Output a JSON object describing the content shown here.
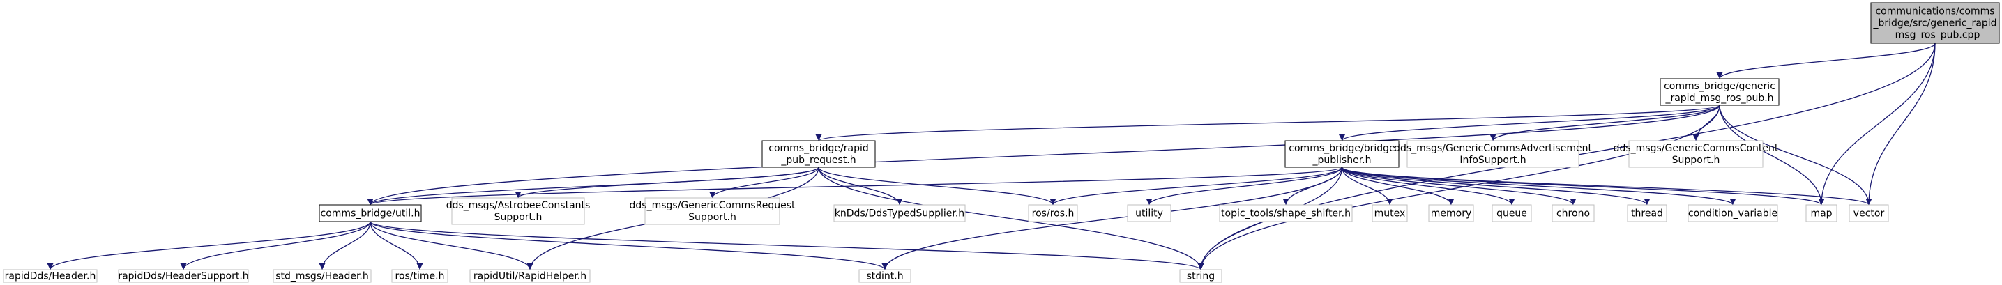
{
  "colors": {
    "edge": "#191970",
    "root_fill": "#bfbfbf",
    "root_border": "#000000",
    "documented_fill": "#ffffff",
    "documented_border": "#000000",
    "external_fill": "#ffffff",
    "external_border": "#bfbfbf",
    "text": "#000000"
  },
  "nodes": [
    {
      "id": "root",
      "kind": "root",
      "lines": [
        "communications/comms",
        "_bridge/src/generic_rapid",
        "_msg_ros_pub.cpp"
      ]
    },
    {
      "id": "generic_pub_h",
      "kind": "documented",
      "lines": [
        "comms_bridge/generic",
        "_rapid_msg_ros_pub.h"
      ]
    },
    {
      "id": "rapid_pub_request_h",
      "kind": "documented",
      "lines": [
        "comms_bridge/rapid",
        "_pub_request.h"
      ]
    },
    {
      "id": "bridge_publisher_h",
      "kind": "documented",
      "lines": [
        "comms_bridge/bridge",
        "_publisher.h"
      ]
    },
    {
      "id": "adv_info_support_h",
      "kind": "external",
      "lines": [
        "dds_msgs/GenericCommsAdvertisement",
        "InfoSupport.h"
      ]
    },
    {
      "id": "content_support_h",
      "kind": "external",
      "lines": [
        "dds_msgs/GenericCommsContent",
        "Support.h"
      ]
    },
    {
      "id": "util_h",
      "kind": "documented",
      "lines": [
        "comms_bridge/util.h"
      ]
    },
    {
      "id": "astrobee_constants_h",
      "kind": "external",
      "lines": [
        "dds_msgs/AstrobeeConstants",
        "Support.h"
      ]
    },
    {
      "id": "request_support_h",
      "kind": "external",
      "lines": [
        "dds_msgs/GenericCommsRequest",
        "Support.h"
      ]
    },
    {
      "id": "dds_typed_supplier_h",
      "kind": "external",
      "lines": [
        "knDds/DdsTypedSupplier.h"
      ]
    },
    {
      "id": "ros_h",
      "kind": "external",
      "lines": [
        "ros/ros.h"
      ]
    },
    {
      "id": "utility",
      "kind": "external",
      "lines": [
        "utility"
      ]
    },
    {
      "id": "shape_shifter_h",
      "kind": "external",
      "lines": [
        "topic_tools/shape_shifter.h"
      ]
    },
    {
      "id": "mutex",
      "kind": "external",
      "lines": [
        "mutex"
      ]
    },
    {
      "id": "memory",
      "kind": "external",
      "lines": [
        "memory"
      ]
    },
    {
      "id": "queue",
      "kind": "external",
      "lines": [
        "queue"
      ]
    },
    {
      "id": "chrono",
      "kind": "external",
      "lines": [
        "chrono"
      ]
    },
    {
      "id": "thread",
      "kind": "external",
      "lines": [
        "thread"
      ]
    },
    {
      "id": "condition_variable",
      "kind": "external",
      "lines": [
        "condition_variable"
      ]
    },
    {
      "id": "map",
      "kind": "external",
      "lines": [
        "map"
      ]
    },
    {
      "id": "vector",
      "kind": "external",
      "lines": [
        "vector"
      ]
    },
    {
      "id": "rapid_header_h",
      "kind": "external",
      "lines": [
        "rapidDds/Header.h"
      ]
    },
    {
      "id": "rapid_header_support_h",
      "kind": "external",
      "lines": [
        "rapidDds/HeaderSupport.h"
      ]
    },
    {
      "id": "std_msgs_header_h",
      "kind": "external",
      "lines": [
        "std_msgs/Header.h"
      ]
    },
    {
      "id": "ros_time_h",
      "kind": "external",
      "lines": [
        "ros/time.h"
      ]
    },
    {
      "id": "rapid_helper_h",
      "kind": "external",
      "lines": [
        "rapidUtil/RapidHelper.h"
      ]
    },
    {
      "id": "stdint_h",
      "kind": "external",
      "lines": [
        "stdint.h"
      ]
    },
    {
      "id": "string",
      "kind": "external",
      "lines": [
        "string"
      ]
    }
  ],
  "edges": [
    {
      "from": "root",
      "to": "generic_pub_h"
    },
    {
      "from": "root",
      "to": "map"
    },
    {
      "from": "root",
      "to": "vector"
    },
    {
      "from": "root",
      "to": "string"
    },
    {
      "from": "generic_pub_h",
      "to": "util_h"
    },
    {
      "from": "generic_pub_h",
      "to": "rapid_pub_request_h"
    },
    {
      "from": "generic_pub_h",
      "to": "bridge_publisher_h"
    },
    {
      "from": "generic_pub_h",
      "to": "adv_info_support_h"
    },
    {
      "from": "generic_pub_h",
      "to": "content_support_h"
    },
    {
      "from": "generic_pub_h",
      "to": "map"
    },
    {
      "from": "generic_pub_h",
      "to": "vector"
    },
    {
      "from": "generic_pub_h",
      "to": "string"
    },
    {
      "from": "rapid_pub_request_h",
      "to": "util_h"
    },
    {
      "from": "rapid_pub_request_h",
      "to": "astrobee_constants_h"
    },
    {
      "from": "rapid_pub_request_h",
      "to": "request_support_h"
    },
    {
      "from": "rapid_pub_request_h",
      "to": "dds_typed_supplier_h"
    },
    {
      "from": "rapid_pub_request_h",
      "to": "ros_h"
    },
    {
      "from": "rapid_pub_request_h",
      "to": "rapid_helper_h"
    },
    {
      "from": "rapid_pub_request_h",
      "to": "string"
    },
    {
      "from": "bridge_publisher_h",
      "to": "util_h"
    },
    {
      "from": "bridge_publisher_h",
      "to": "ros_h"
    },
    {
      "from": "bridge_publisher_h",
      "to": "utility"
    },
    {
      "from": "bridge_publisher_h",
      "to": "shape_shifter_h"
    },
    {
      "from": "bridge_publisher_h",
      "to": "mutex"
    },
    {
      "from": "bridge_publisher_h",
      "to": "memory"
    },
    {
      "from": "bridge_publisher_h",
      "to": "queue"
    },
    {
      "from": "bridge_publisher_h",
      "to": "chrono"
    },
    {
      "from": "bridge_publisher_h",
      "to": "thread"
    },
    {
      "from": "bridge_publisher_h",
      "to": "condition_variable"
    },
    {
      "from": "bridge_publisher_h",
      "to": "map"
    },
    {
      "from": "bridge_publisher_h",
      "to": "vector"
    },
    {
      "from": "bridge_publisher_h",
      "to": "string"
    },
    {
      "from": "bridge_publisher_h",
      "to": "stdint_h"
    },
    {
      "from": "util_h",
      "to": "rapid_header_h"
    },
    {
      "from": "util_h",
      "to": "rapid_header_support_h"
    },
    {
      "from": "util_h",
      "to": "std_msgs_header_h"
    },
    {
      "from": "util_h",
      "to": "ros_time_h"
    },
    {
      "from": "util_h",
      "to": "rapid_helper_h"
    },
    {
      "from": "util_h",
      "to": "stdint_h"
    },
    {
      "from": "util_h",
      "to": "string"
    }
  ]
}
